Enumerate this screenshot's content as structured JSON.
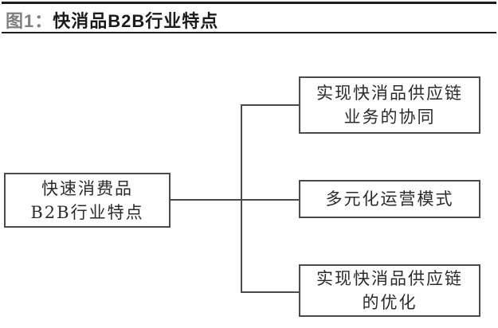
{
  "header": {
    "figure_label": "图1：",
    "title": "快消品B2B行业特点"
  },
  "diagram": {
    "root_node": {
      "line1": "快速消费品",
      "line2": "B2B行业特点"
    },
    "branch_nodes": [
      {
        "line1": "实现快消品供应链",
        "line2": "业务的协同"
      },
      {
        "line1": "多元化运营模式",
        "line2": ""
      },
      {
        "line1": "实现快消品供应链",
        "line2": "的优化"
      }
    ]
  },
  "colors": {
    "background": "#fefefe",
    "header_rule": "#1c1c1c",
    "figure_label_gray": "#7f7f7f",
    "title_black": "#1b1b1b",
    "node_border": "#4b4b4b",
    "node_text": "#2b2b2b",
    "connector": "#4a4a4a"
  }
}
